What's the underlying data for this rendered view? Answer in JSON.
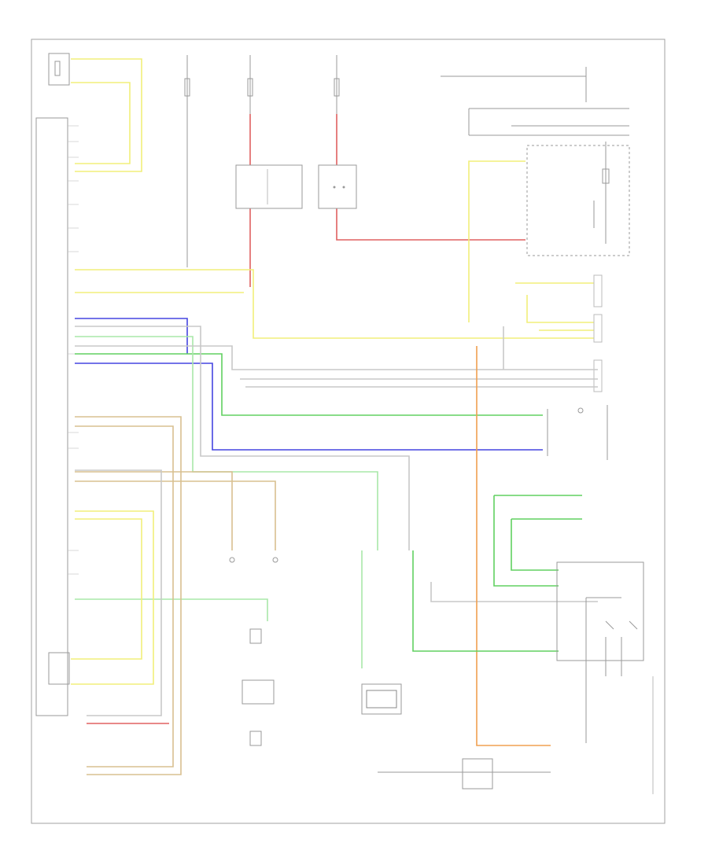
{
  "diagram": {
    "frame_label": "",
    "components": [
      {
        "id": "right-rear-sensor",
        "label": ""
      },
      {
        "id": "srs-unit",
        "label": ""
      },
      {
        "id": "fuse-1",
        "label": ""
      },
      {
        "id": "fuse-2",
        "label": ""
      },
      {
        "id": "fuse-3",
        "label": ""
      },
      {
        "id": "relay-1",
        "label": ""
      },
      {
        "id": "relay-2",
        "label": ""
      },
      {
        "id": "combination-meter",
        "label": ""
      },
      {
        "id": "passenger-airbag",
        "label": ""
      },
      {
        "id": "driver-airbag",
        "label": ""
      },
      {
        "id": "left-rear-sensor",
        "label": ""
      },
      {
        "id": "left-front-sensor",
        "label": ""
      },
      {
        "id": "right-front-sensor",
        "label": ""
      },
      {
        "id": "occupant-position-switch",
        "label": ""
      },
      {
        "id": "passenger-weight-sensor",
        "label": ""
      },
      {
        "id": "seat-belt-switch",
        "label": ""
      }
    ],
    "wire_colors": {
      "yellow": "#f2ef7a",
      "yellow_dark": "#e8e070",
      "red": "#e06060",
      "blue": "#4545e0",
      "green": "#60d060",
      "lightgreen": "#a8e8a8",
      "orange": "#f0a050",
      "tan": "#d8c090",
      "gray": "#c8c8c8"
    }
  }
}
